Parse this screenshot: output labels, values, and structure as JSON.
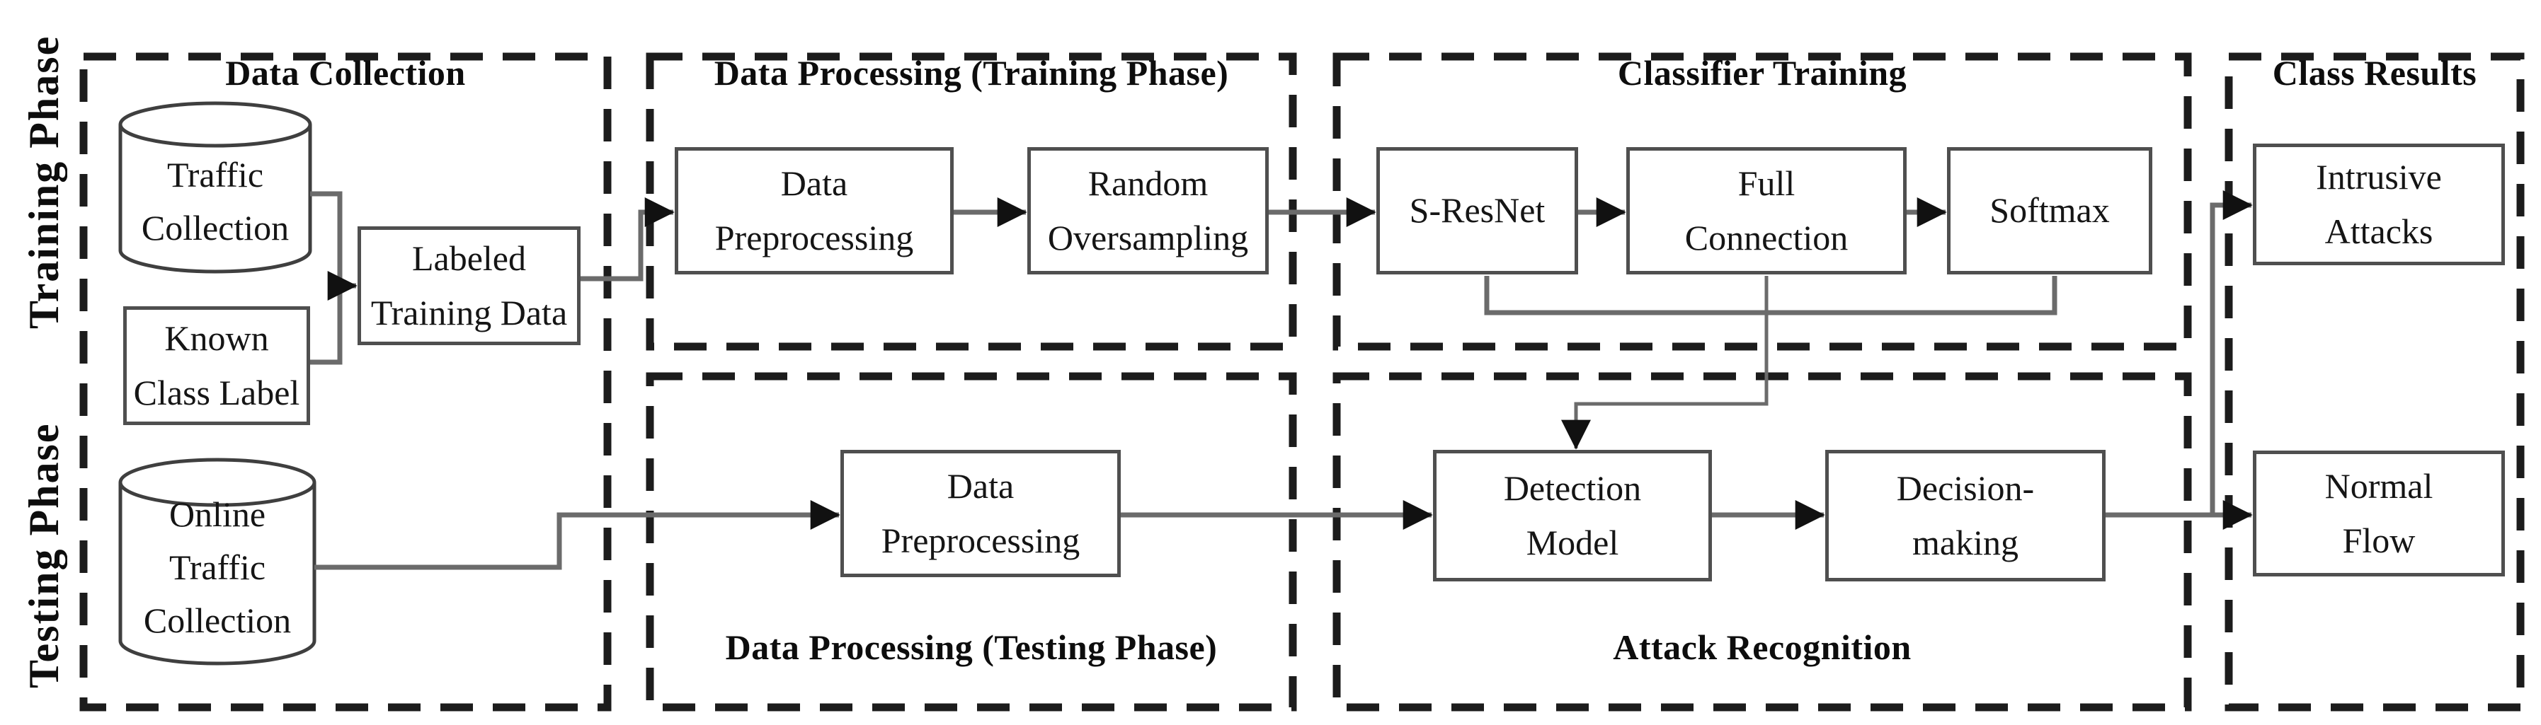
{
  "row_labels": {
    "training": "Training Phase",
    "testing": "Testing Phase"
  },
  "sections": {
    "data_collection": {
      "title": "Data Collection"
    },
    "dp_training": {
      "title": "Data Processing (Training Phase)"
    },
    "classifier_training": {
      "title": "Classifier Training"
    },
    "class_results": {
      "title": "Class Results"
    },
    "dp_testing": {
      "title": "Data Processing (Testing Phase)"
    },
    "attack_recognition": {
      "title": "Attack Recognition"
    }
  },
  "nodes": {
    "traffic_collection": {
      "shape": "cylinder",
      "lines": [
        "Traffic",
        "Collection"
      ]
    },
    "known_class_label": {
      "shape": "box",
      "lines": [
        "Known",
        "Class Label"
      ]
    },
    "labeled_training_data": {
      "shape": "box",
      "lines": [
        "Labeled",
        "Training Data"
      ]
    },
    "data_preprocessing_training": {
      "shape": "box",
      "lines": [
        "Data",
        "Preprocessing"
      ]
    },
    "random_oversampling": {
      "shape": "box",
      "lines": [
        "Random",
        "Oversampling"
      ]
    },
    "s_resnet": {
      "shape": "box",
      "lines": [
        "S-ResNet"
      ]
    },
    "full_connection": {
      "shape": "box",
      "lines": [
        "Full",
        "Connection"
      ]
    },
    "softmax": {
      "shape": "box",
      "lines": [
        "Softmax"
      ]
    },
    "intrusive_attacks": {
      "shape": "box",
      "lines": [
        "Intrusive",
        "Attacks"
      ]
    },
    "online_traffic_collection": {
      "shape": "cylinder",
      "lines": [
        "Online",
        "Traffic",
        "Collection"
      ]
    },
    "data_preprocessing_testing": {
      "shape": "box",
      "lines": [
        "Data",
        "Preprocessing"
      ]
    },
    "detection_model": {
      "shape": "box",
      "lines": [
        "Detection",
        "Model"
      ]
    },
    "decision_making": {
      "shape": "box",
      "lines": [
        "Decision-",
        "making"
      ]
    },
    "normal_flow": {
      "shape": "box",
      "lines": [
        "Normal",
        "Flow"
      ]
    }
  },
  "colors": {
    "background": "#ffffff",
    "container_dashed_border": "#1c1c1c",
    "node_border": "#4f4f4f",
    "connector": "#6b6b6b",
    "arrowhead": "#111111",
    "text": "#111111"
  }
}
